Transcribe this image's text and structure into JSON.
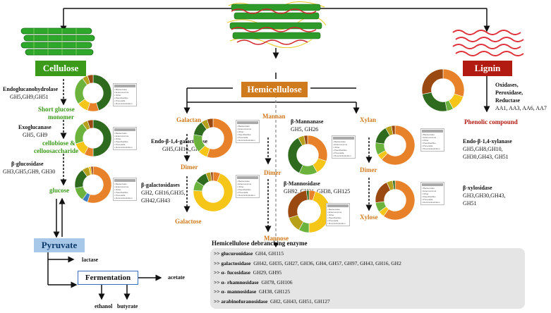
{
  "colors": {
    "green": "#3c9a1a",
    "orange": "#d07a1e",
    "red": "#b21b12",
    "pyruvate": "#a8c8ea"
  },
  "cellulose": {
    "title": "Cellulose",
    "enzyme1": "Endoglucanohydrolase",
    "enzyme1_gh": "GH5,GH9,GH51",
    "product1": "Short glucose",
    "product1b": "monomer",
    "enzyme2": "Exoglucanase",
    "enzyme2_gh": "GH5, GH9",
    "product2": "cellobiose &",
    "product2b": "celloosaccharide",
    "enzyme3": "β-glucosidase",
    "enzyme3_gh": "GH3,GH5,GH9, GH30",
    "product3": "glucose"
  },
  "pyruvate": "Pyruvate",
  "lactase": "lactase",
  "fermentation": "Fermentation",
  "acetate": "acetate",
  "ethanol": "ethanol",
  "butyrate": "butyrate",
  "hemicellulose": "Hemicellulose",
  "galactan": {
    "title": "Galactan",
    "enzyme1": "Endo-β-1,4-galactanase",
    "enzyme1_gh": "GH5,GH16,,GH30",
    "dimer": "Dimer",
    "enzyme2": "β-galactosidases",
    "enzyme2_gh1": "GH2, GH16,GH35,",
    "enzyme2_gh2": "GH42,GH43",
    "product": "Galactose"
  },
  "mannan": {
    "title": "Mannan",
    "enzyme1": "β-Mannanase",
    "enzyme1_gh": "GH5, GH26",
    "dimer": "Dimer",
    "enzyme2": "β-Mannosidase",
    "enzyme2_gh": "GH92, GH31, GH38, GH125",
    "product": "Mannose"
  },
  "xylan": {
    "title": "Xylan",
    "enzyme1": "Endo-β-1,4-xylanase",
    "enzyme1_gh1": "GH5,GH8,GH10,",
    "enzyme1_gh2": "GH30,GH43, GH51",
    "dimer": "Dimer",
    "enzyme2": "β-xylosidase",
    "enzyme2_gh1": "GH3,GH30,GH43,",
    "enzyme2_gh2": "GH51",
    "product": "Xylose"
  },
  "lignin": {
    "title": "Lignin",
    "e1": "Oxidases,",
    "e2": "Peroxidase,",
    "e3": "Reductase",
    "aa": "AA1, AA3, AA6, AA7",
    "product": "Phenolic compound"
  },
  "debranching": {
    "title": "Hemicellulose debranching enzyme",
    "rows": [
      {
        "name": ">> glucuronidase",
        "gh": "GH4, GH115"
      },
      {
        "name": ">> galactosidase",
        "gh": "GH42, GH35, GH27, GH36, GH4, GH57, GH97, GH43, GH16, GH2"
      },
      {
        "name": ">> α- fucosidase",
        "gh": "GH29, GH95"
      },
      {
        "name": ">> α- rhamnosidase",
        "gh": "GH78, GH106"
      },
      {
        "name": ">> α- mannosidase",
        "gh": "GH38, GH125"
      },
      {
        "name": ">> arabinofuranosidase",
        "gh": "GH2, GH43, GH51, GH127"
      }
    ]
  },
  "legend_taxa": [
    "Bacteroides",
    "Enterococcus",
    "Other",
    "Paenibacillus",
    "Prevotella",
    "Ruminiclostridium"
  ]
}
